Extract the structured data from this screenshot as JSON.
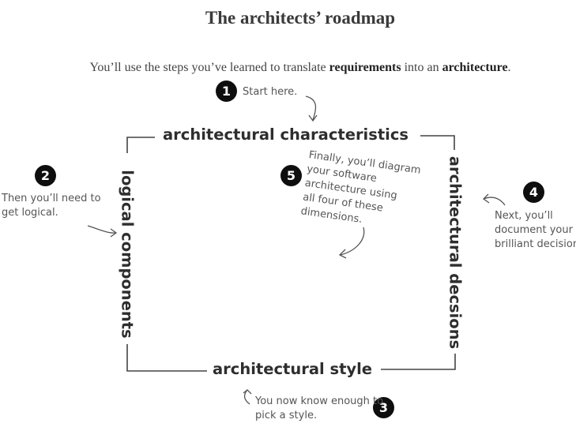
{
  "title": "The architects’ roadmap",
  "intro": {
    "before": "You’ll use the steps you’ve learned to translate ",
    "bold1": "requirements",
    "middle": " into an ",
    "bold2": "architecture",
    "after": "."
  },
  "labels": {
    "top": "architectural characteristics",
    "left": "logical components",
    "right": "architectural decsions",
    "bottom": "architectural style"
  },
  "steps": [
    {
      "number": "1",
      "lines": [
        "Start here."
      ]
    },
    {
      "number": "2",
      "lines": [
        "Then you’ll need to",
        "get logical."
      ]
    },
    {
      "number": "3",
      "lines": [
        "You now know enough to",
        "pick a style."
      ]
    },
    {
      "number": "4",
      "lines": [
        "Next, you’ll",
        "document your",
        "brilliant decision."
      ]
    },
    {
      "number": "5",
      "lines": [
        "Finally, you’ll diagram",
        "your software",
        "architecture using",
        "all four of these",
        "dimensions."
      ]
    }
  ]
}
